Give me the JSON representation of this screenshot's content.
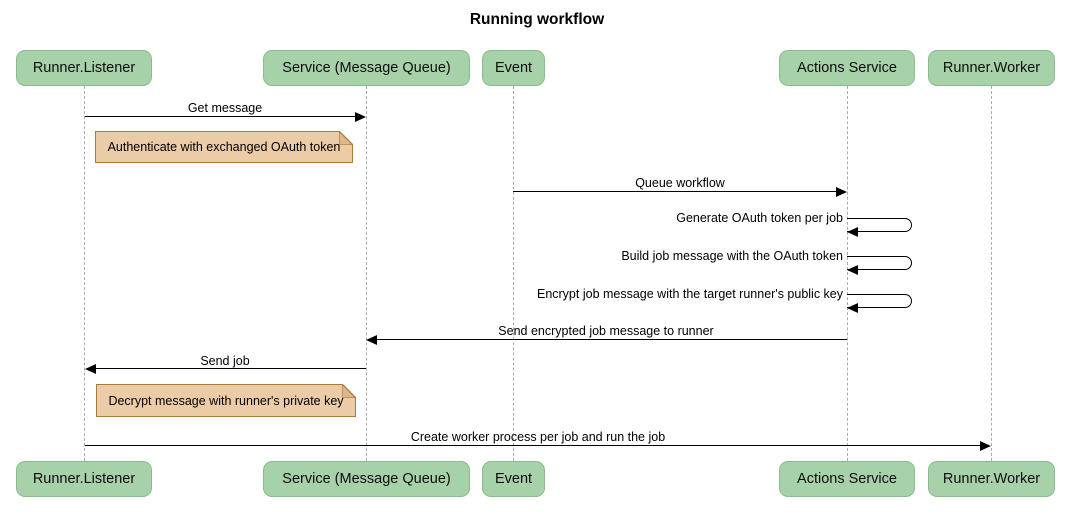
{
  "title": "Running workflow",
  "colors": {
    "actor_fill": "#a7d2a9",
    "actor_border": "#8cba8f",
    "note_fill": "#ebcca6",
    "note_border": "#aa7b39",
    "note_fold": "#deb78c",
    "lifeline": "#aaaaaa",
    "arrow": "#000000"
  },
  "participants": [
    {
      "label": "Runner.Listener"
    },
    {
      "label": "Service (Message Queue)"
    },
    {
      "label": "Event"
    },
    {
      "label": "Actions Service"
    },
    {
      "label": "Runner.Worker"
    }
  ],
  "messages": [
    {
      "text": "Get message",
      "from": "Runner.Listener",
      "to": "Service (Message Queue)",
      "kind": "arrow-right"
    },
    {
      "text": "Queue workflow",
      "from": "Event",
      "to": "Actions Service",
      "kind": "arrow-right"
    },
    {
      "text": "Generate OAuth token per job",
      "from": "Actions Service",
      "to": "Actions Service",
      "kind": "self-loop"
    },
    {
      "text": "Build job message with the OAuth token",
      "from": "Actions Service",
      "to": "Actions Service",
      "kind": "self-loop"
    },
    {
      "text": "Encrypt job message with the target runner's public key",
      "from": "Actions Service",
      "to": "Actions Service",
      "kind": "self-loop"
    },
    {
      "text": "Send encrypted job message to runner",
      "from": "Actions Service",
      "to": "Service (Message Queue)",
      "kind": "arrow-left"
    },
    {
      "text": "Send job",
      "from": "Service (Message Queue)",
      "to": "Runner.Listener",
      "kind": "arrow-left"
    },
    {
      "text": "Create worker process per job and run the job",
      "from": "Runner.Listener",
      "to": "Runner.Worker",
      "kind": "arrow-right"
    }
  ],
  "notes": [
    {
      "text": "Authenticate with exchanged OAuth token",
      "position": "right of Runner.Listener"
    },
    {
      "text": "Decrypt message with runner's private key",
      "position": "right of Runner.Listener"
    }
  ]
}
